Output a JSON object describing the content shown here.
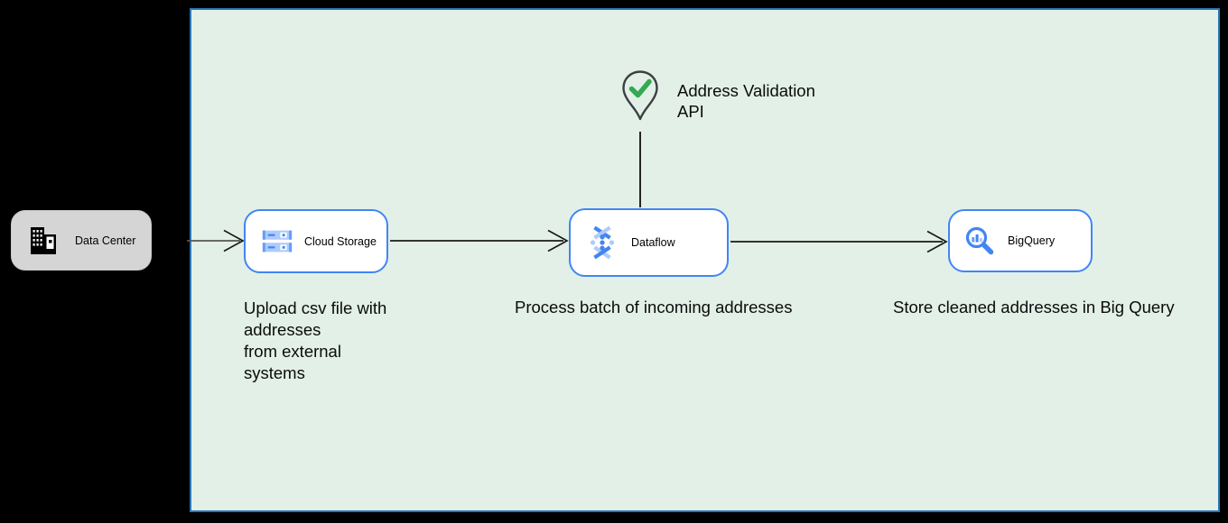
{
  "panel": {
    "fill": "#e2f0e7",
    "border": "#2e75b6"
  },
  "nodes": {
    "data_center": {
      "label": "Data Center",
      "icon": "building-icon",
      "fill": "#d5d5d5"
    },
    "cloud_storage": {
      "label": "Cloud Storage",
      "icon": "cloud-storage-icon",
      "border": "#4285f4"
    },
    "dataflow": {
      "label": "Dataflow",
      "icon": "dataflow-icon",
      "border": "#4285f4"
    },
    "bigquery": {
      "label": "BigQuery",
      "icon": "bigquery-icon",
      "border": "#4285f4"
    },
    "address_validation": {
      "label": "Address Validation\nAPI",
      "icon": "map-pin-check-icon",
      "pin_outline": "#3c4043",
      "check_color": "#34a853"
    }
  },
  "captions": {
    "cloud_storage": "Upload csv file with\naddresses\nfrom external\nsystems",
    "dataflow": "Process batch of incoming addresses",
    "bigquery": "Store cleaned addresses in Big Query"
  },
  "connectors": [
    {
      "from": "data-center",
      "to": "cloud-storage",
      "style": "open-arrow"
    },
    {
      "from": "cloud-storage",
      "to": "dataflow",
      "style": "open-arrow"
    },
    {
      "from": "dataflow",
      "to": "bigquery",
      "style": "open-arrow"
    },
    {
      "from": "address-validation-api",
      "to": "dataflow",
      "style": "plain-line"
    }
  ],
  "colors": {
    "icon_blue": "#4285f4",
    "icon_mid_blue": "#669df6",
    "icon_light_blue": "#aecbfa",
    "check_green": "#34a853",
    "arrow": "#1a1a1a"
  }
}
